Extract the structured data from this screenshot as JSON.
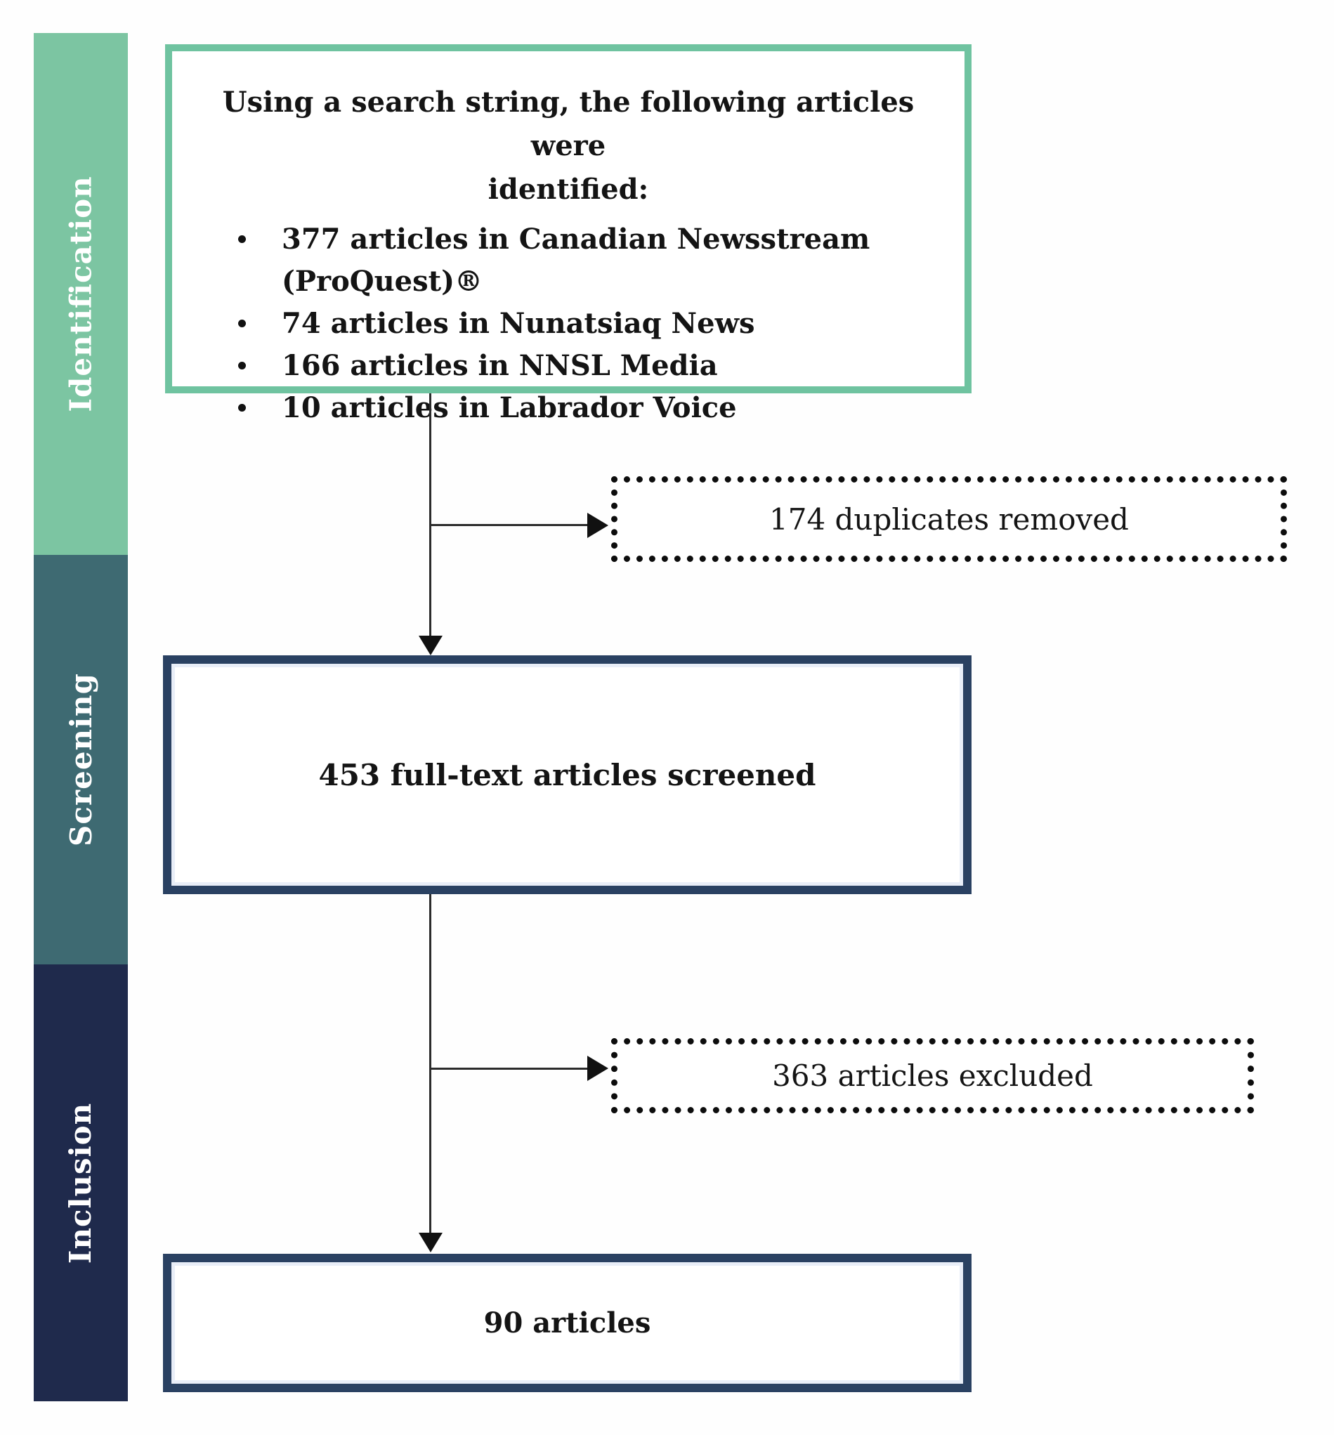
{
  "palette": {
    "mint": "#7cc5a2",
    "mint_border": "#6fc3a0",
    "teal": "#3e6a72",
    "navy": "#1f2a4c",
    "navy_border": "#2a4162",
    "line": "#2b2b2b"
  },
  "diagram": {
    "stages": [
      {
        "label": "Identification",
        "color": "#7cc5a2"
      },
      {
        "label": "Screening",
        "color": "#3e6a72"
      },
      {
        "label": "Inclusion",
        "color": "#1f2a4c"
      }
    ],
    "identification": {
      "title_lines": [
        "Using a search string, the following articles were",
        "identified:"
      ],
      "bullets": [
        "377 articles in Canadian Newsstream (ProQuest)®",
        "74 articles in Nunatsiaq News",
        "166 articles in NNSL Media",
        "10 articles in Labrador Voice"
      ]
    },
    "duplicates_removed": "174 duplicates removed",
    "screened": "453 full-text articles screened",
    "excluded": "363 articles excluded",
    "included": "90 articles"
  }
}
